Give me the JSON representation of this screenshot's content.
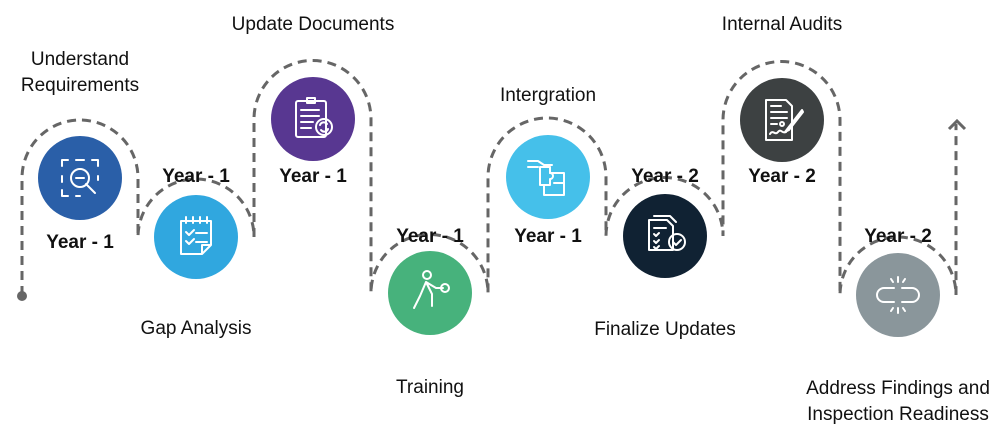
{
  "steps": [
    {
      "title": "Understand Requirements",
      "title_lines": [
        "Understand",
        "Requirements"
      ],
      "year": "Year - 1",
      "icon": "search-frame-icon",
      "color": "#2a5fa8"
    },
    {
      "title": "Gap Analysis",
      "title_lines": [
        "Gap Analysis"
      ],
      "year": "Year - 1",
      "icon": "checklist-calendar-icon",
      "color": "#30a7df"
    },
    {
      "title": "Update Documents",
      "title_lines": [
        "Update Documents"
      ],
      "year": "Year - 1",
      "icon": "clipboard-refresh-icon",
      "color": "#583791"
    },
    {
      "title": "Training",
      "title_lines": [
        "Training"
      ],
      "year": "Year - 1",
      "icon": "boxing-person-icon",
      "color": "#47b27c"
    },
    {
      "title": "Intergration",
      "title_lines": [
        "Intergration"
      ],
      "year": "Year - 1",
      "icon": "puzzle-hand-icon",
      "color": "#45c0ea"
    },
    {
      "title": "Finalize Updates",
      "title_lines": [
        "Finalize Updates"
      ],
      "year": "Year - 2",
      "icon": "document-check-icon",
      "color": "#102233"
    },
    {
      "title": "Internal Audits",
      "title_lines": [
        "Internal Audits"
      ],
      "year": "Year - 2",
      "icon": "contract-sign-icon",
      "color": "#3d4142"
    },
    {
      "title": "Address Findings and Inspection Readiness",
      "title_lines": [
        "Address Findings and",
        "Inspection Readiness"
      ],
      "year": "Year - 2",
      "icon": "broken-link-icon",
      "color": "#8a969b"
    }
  ],
  "path_color": "#666666"
}
